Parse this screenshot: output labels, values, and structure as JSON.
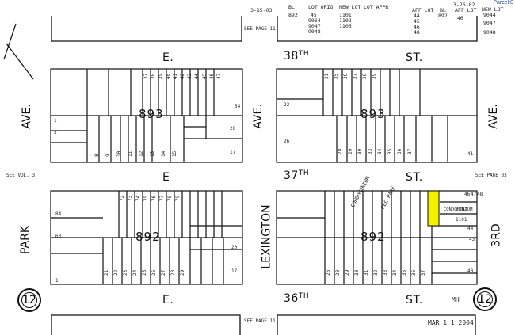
{
  "parcel_id_label": "Parcel:0",
  "header_table": {
    "rows": [
      [
        "3-15-03",
        "BL",
        "LOT ORIG",
        "NEW LOT",
        "LOT APPR",
        "AFF LOT",
        "BL",
        "AFF LOT"
      ],
      [
        "",
        "892",
        "45",
        "1101",
        "",
        "44",
        "892",
        "46"
      ],
      [
        "",
        "",
        "9064",
        "1102",
        "",
        "45",
        "",
        ""
      ],
      [
        "",
        "",
        "9047",
        "1106",
        "",
        "46",
        "",
        ""
      ],
      [
        "",
        "",
        "9048",
        "",
        "",
        "48",
        "",
        ""
      ]
    ],
    "right_col": [
      "3-26-02",
      "NEW LOT",
      "9044",
      "9047",
      "9048"
    ]
  },
  "streets": {
    "e38": {
      "prefix": "E.",
      "num": "38",
      "sup": "TH",
      "suffix": "ST."
    },
    "e37": {
      "prefix": "E",
      "num": "37",
      "sup": "TH",
      "suffix": "ST."
    },
    "e36": {
      "prefix": "E.",
      "num": "36",
      "sup": "TH",
      "suffix": "ST."
    }
  },
  "avenues": {
    "ave_left": "AVE.",
    "park": "PARK",
    "ave_mid": "AVE.",
    "lexington": "LEXINGTON",
    "ave_right": "AVE.",
    "third": "3RD"
  },
  "blocks": {
    "nw": "893",
    "ne": "893",
    "sw": "892",
    "se": "892"
  },
  "section_circles": {
    "left": "12",
    "right": "12"
  },
  "stamp_date": "MAR 1 1 2004",
  "stamp_initials": "MH",
  "see_page_labels": {
    "top": "SEE PAGE 11",
    "left": "SEE VOL. 3",
    "right": "SEE PAGE 33",
    "bottom": "SEE PAGE 11"
  },
  "lot_numbers": {
    "nw_top": [
      "37",
      "38",
      "39",
      "40",
      "41",
      "42",
      "43",
      "44",
      "45",
      "46",
      "47"
    ],
    "nw_bottom": [
      "8",
      "9",
      "10",
      "11",
      "12",
      "13",
      "14",
      "15"
    ],
    "nw_side": [
      "1",
      "5",
      "17",
      "20",
      "54"
    ],
    "ne_top": [
      "31",
      "35",
      "36",
      "37",
      "38",
      "39"
    ],
    "ne_bottom": [
      "28",
      "29",
      "30",
      "33",
      "34",
      "35",
      "36",
      "37"
    ],
    "ne_side": [
      "41",
      "26",
      "22"
    ],
    "sw_top": [
      "72",
      "73",
      "74",
      "75",
      "76",
      "77",
      "78",
      "79"
    ],
    "sw_bottom": [
      "21",
      "22",
      "23",
      "24",
      "25",
      "26",
      "27",
      "28",
      "29"
    ],
    "sw_side": [
      "1",
      "63",
      "84",
      "20",
      "17"
    ],
    "se_top": [
      "46",
      "47",
      "48"
    ],
    "se_bottom": [
      "26",
      "28",
      "29",
      "30",
      "31",
      "32",
      "33",
      "34",
      "35",
      "36",
      "37"
    ],
    "se_side": [
      "43",
      "44",
      "40",
      "1101",
      "1102"
    ]
  },
  "annotations": {
    "condominium": "CONDOMINIUM",
    "rec_park": "REC PARK",
    "condominium_se": "CONDOMINIUM",
    "highlight_color": "#f4f000"
  }
}
